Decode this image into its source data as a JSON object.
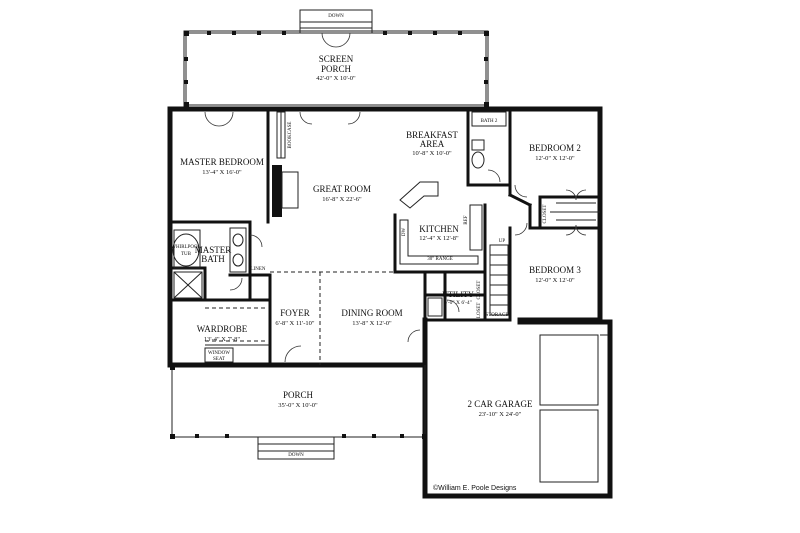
{
  "rooms": {
    "screen_porch": {
      "name": "SCREEN\nPORCH",
      "dim": "42'-0\" X 10'-0\""
    },
    "master_bedroom": {
      "name": "MASTER BEDROOM",
      "dim": "13'-4\" X 16'-0\""
    },
    "great_room": {
      "name": "GREAT ROOM",
      "dim": "16'-8\" X 22'-6\""
    },
    "breakfast_area": {
      "name": "BREAKFAST\nAREA",
      "dim": "10'-8\" X 10'-0\""
    },
    "bath2": {
      "name": "BATH 2"
    },
    "bedroom2": {
      "name": "BEDROOM 2",
      "dim": "12'-0\" X 12'-0\""
    },
    "kitchen": {
      "name": "KITCHEN",
      "dim": "12'-4\" X 12'-8\""
    },
    "master_bath": {
      "name": "MASTER\nBATH"
    },
    "bedroom3": {
      "name": "BEDROOM 3",
      "dim": "12'-0\" X 12'-0\""
    },
    "utility": {
      "name": "UTILITY",
      "dim": "6'-0\" X 6'-4\""
    },
    "foyer": {
      "name": "FOYER",
      "dim": "6'-8\" X 11'-10\""
    },
    "dining_room": {
      "name": "DINING ROOM",
      "dim": "13'-8\" X 12'-0\""
    },
    "wardrobe": {
      "name": "WARDROBE",
      "dim": "13'-4\" X 7'-8\""
    },
    "porch": {
      "name": "PORCH",
      "dim": "35'-0\" X 10'-0\""
    },
    "garage": {
      "name": "2 CAR GARAGE",
      "dim": "23'-10\" X 24'-0\""
    }
  },
  "fixtures": {
    "bookcase": "BOOKCASE",
    "whirlpool_tub": "WHIRLPOOL TUB",
    "linen": "LINEN",
    "range": "30\" RANGE",
    "dw": "DW",
    "ref": "REF",
    "up": "UP",
    "closet": "CLOSET",
    "storage": "STORAGE",
    "window_seat": "WINDOW\nSEAT"
  },
  "labels": {
    "down_top": "DOWN",
    "down_bottom": "DOWN"
  },
  "credit": "©William E. Poole Designs"
}
